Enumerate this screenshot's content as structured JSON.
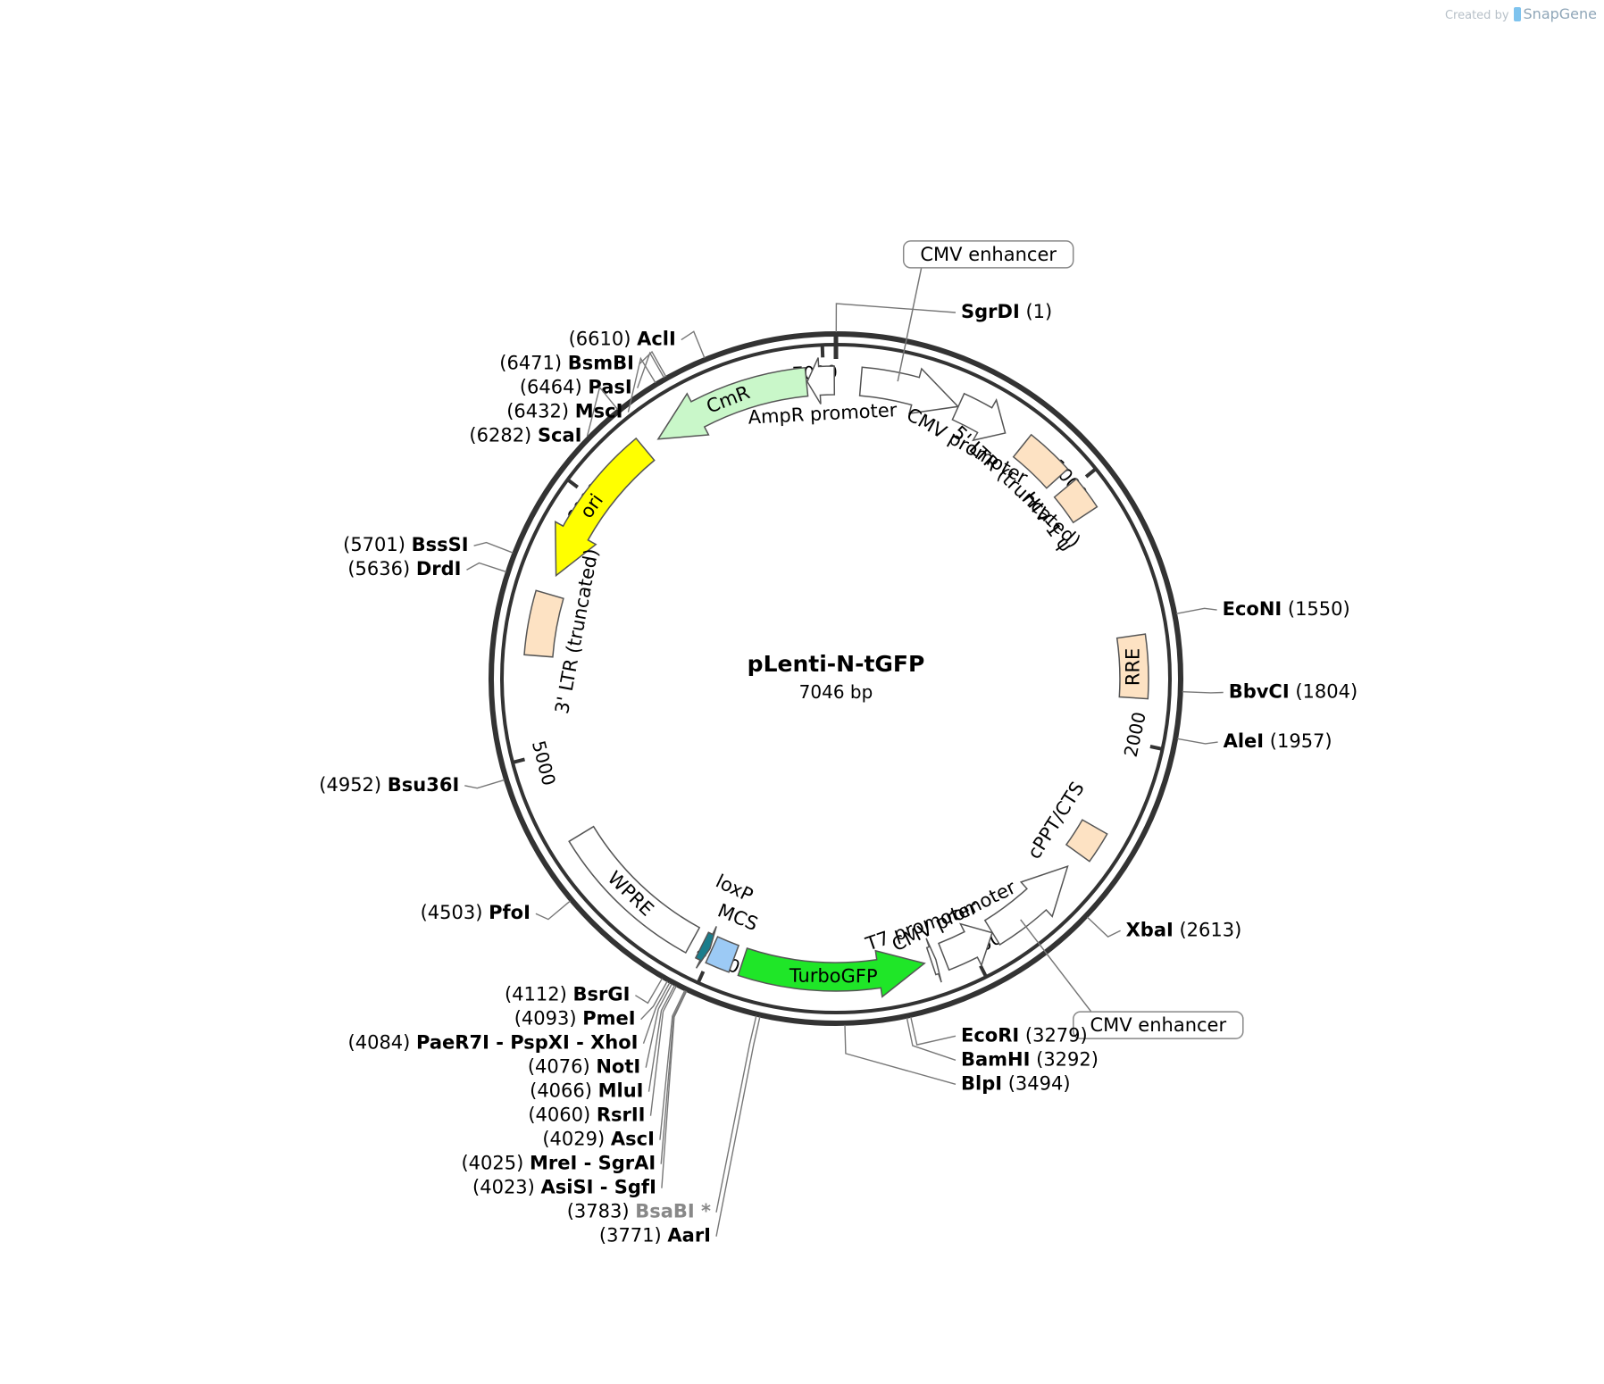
{
  "title": "pLenti-N-tGFP",
  "size_label": "7046 bp",
  "credit": {
    "prefix": "Created by",
    "brand": "SnapGene"
  },
  "total_bp": 7046,
  "ticks": [
    {
      "label": "1000",
      "bp": 1000
    },
    {
      "label": "2000",
      "bp": 2000
    },
    {
      "label": "3000",
      "bp": 3000
    },
    {
      "label": "4000",
      "bp": 4000
    },
    {
      "label": "5000",
      "bp": 5000
    },
    {
      "label": "6000",
      "bp": 6000
    },
    {
      "label": "7000",
      "bp": 7000
    }
  ],
  "features": [
    {
      "name": "CMV enhancer",
      "start": 94,
      "end": 473,
      "dir": 1,
      "color": "#ffffff",
      "label": ""
    },
    {
      "name": "CMV promoter",
      "start": 474,
      "end": 677,
      "dir": 1,
      "color": "#ffffff",
      "label": "CMV promoter"
    },
    {
      "name": "5' LTR (truncated)",
      "start": 757,
      "end": 937,
      "dir": 0,
      "color": "#fde2c3",
      "label": "5' LTR (truncated)"
    },
    {
      "name": "HIV-1 ψ",
      "start": 984,
      "end": 1109,
      "dir": 0,
      "color": "#fde2c3",
      "label": "HIV-1 ψ"
    },
    {
      "name": "RRE",
      "start": 1601,
      "end": 1834,
      "dir": 0,
      "color": "#fde2c3",
      "label": "RRE"
    },
    {
      "name": "cPPT/CTS",
      "start": 2345,
      "end": 2462,
      "dir": 0,
      "color": "#fde2c3",
      "label": "cPPT/CTS"
    },
    {
      "name": "CMV enhancer",
      "start": 2525,
      "end": 2904,
      "dir": -1,
      "color": "#ffffff",
      "label": ""
    },
    {
      "name": "CMV promoter",
      "start": 2905,
      "end": 3108,
      "dir": -1,
      "color": "#ffffff",
      "label": "CMV promoter"
    },
    {
      "name": "T7 promoter",
      "start": 3140,
      "end": 3158,
      "dir": -1,
      "color": "#ffffff",
      "label": "T7 promoter"
    },
    {
      "name": "TurboGFP",
      "start": 3185,
      "end": 3880,
      "dir": -1,
      "color": "#1fe628",
      "label": "TurboGFP"
    },
    {
      "name": "MCS",
      "start": 3915,
      "end": 4005,
      "dir": 0,
      "color": "#9ccaf5",
      "label": "MCS"
    },
    {
      "name": "loxP",
      "start": 4012,
      "end": 4045,
      "dir": -1,
      "color": "#1b7d8c",
      "label": "loxP"
    },
    {
      "name": "WPRE",
      "start": 4085,
      "end": 4670,
      "dir": 0,
      "color": "#ffffff",
      "label": "WPRE"
    },
    {
      "name": "3' LTR (truncated)",
      "start": 5370,
      "end": 5605,
      "dir": 0,
      "color": "#fde2c3",
      "label": "3' LTR (truncated)"
    },
    {
      "name": "ori",
      "start": 5680,
      "end": 6268,
      "dir": -1,
      "color": "#ffff00",
      "label": "ori"
    },
    {
      "name": "CmR",
      "start": 6330,
      "end": 6935,
      "dir": -1,
      "color": "#c9f7c9",
      "label": "CmR"
    },
    {
      "name": "AmpR promoter",
      "start": 6938,
      "end": 7040,
      "dir": -1,
      "color": "#ffffff",
      "label": "AmpR promoter"
    }
  ],
  "feature_labels": [
    {
      "text": "CMV enhancer",
      "bp": 230
    },
    {
      "text": "CMV enhancer",
      "bp": 2790
    }
  ],
  "sites": [
    {
      "name": "SgrDI",
      "pos": "(1)",
      "bp": 1,
      "side": "right",
      "gray": false
    },
    {
      "name": "EcoNI",
      "pos": "(1550)",
      "bp": 1550,
      "side": "right",
      "gray": false
    },
    {
      "name": "BbvCI",
      "pos": "(1804)",
      "bp": 1804,
      "side": "right",
      "gray": false
    },
    {
      "name": "AleI",
      "pos": "(1957)",
      "bp": 1957,
      "side": "right",
      "gray": false
    },
    {
      "name": "XbaI",
      "pos": "(2613)",
      "bp": 2613,
      "side": "right",
      "gray": false
    },
    {
      "name": "EcoRI",
      "pos": "(3279)",
      "bp": 3279,
      "side": "right",
      "gray": false
    },
    {
      "name": "BamHI",
      "pos": "(3292)",
      "bp": 3292,
      "side": "right",
      "gray": false
    },
    {
      "name": "BlpI",
      "pos": "(3494)",
      "bp": 3494,
      "side": "right",
      "gray": false
    },
    {
      "name": "AarI",
      "pos": "(3771)",
      "bp": 3771,
      "side": "left",
      "gray": false
    },
    {
      "name": "BsaBI *",
      "pos": "(3783)",
      "bp": 3783,
      "side": "left",
      "gray": true
    },
    {
      "name": "AsiSI - SgfI",
      "pos": "(4023)",
      "bp": 4023,
      "side": "left",
      "gray": false
    },
    {
      "name": "MreI - SgrAI",
      "pos": "(4025)",
      "bp": 4025,
      "side": "left",
      "gray": false
    },
    {
      "name": "AscI",
      "pos": "(4029)",
      "bp": 4029,
      "side": "left",
      "gray": false
    },
    {
      "name": "RsrII",
      "pos": "(4060)",
      "bp": 4060,
      "side": "left",
      "gray": false
    },
    {
      "name": "MluI",
      "pos": "(4066)",
      "bp": 4066,
      "side": "left",
      "gray": false
    },
    {
      "name": "NotI",
      "pos": "(4076)",
      "bp": 4076,
      "side": "left",
      "gray": false
    },
    {
      "name": "PaeR7I - PspXI - XhoI",
      "pos": "(4084)",
      "bp": 4084,
      "side": "left",
      "gray": false
    },
    {
      "name": "PmeI",
      "pos": "(4093)",
      "bp": 4093,
      "side": "left",
      "gray": false
    },
    {
      "name": "BsrGI",
      "pos": "(4112)",
      "bp": 4112,
      "side": "left",
      "gray": false
    },
    {
      "name": "PfoI",
      "pos": "(4503)",
      "bp": 4503,
      "side": "left",
      "gray": false
    },
    {
      "name": "Bsu36I",
      "pos": "(4952)",
      "bp": 4952,
      "side": "left",
      "gray": false
    },
    {
      "name": "DrdI",
      "pos": "(5636)",
      "bp": 5636,
      "side": "left",
      "gray": false
    },
    {
      "name": "BssSI",
      "pos": "(5701)",
      "bp": 5701,
      "side": "left",
      "gray": false
    },
    {
      "name": "ScaI",
      "pos": "(6282)",
      "bp": 6282,
      "side": "left",
      "gray": false
    },
    {
      "name": "MscI",
      "pos": "(6432)",
      "bp": 6432,
      "side": "left",
      "gray": false
    },
    {
      "name": "PasI",
      "pos": "(6464)",
      "bp": 6464,
      "side": "left",
      "gray": false
    },
    {
      "name": "BsmBI",
      "pos": "(6471)",
      "bp": 6471,
      "side": "left",
      "gray": false
    },
    {
      "name": "AclI",
      "pos": "(6610)",
      "bp": 6610,
      "side": "left",
      "gray": false
    }
  ]
}
